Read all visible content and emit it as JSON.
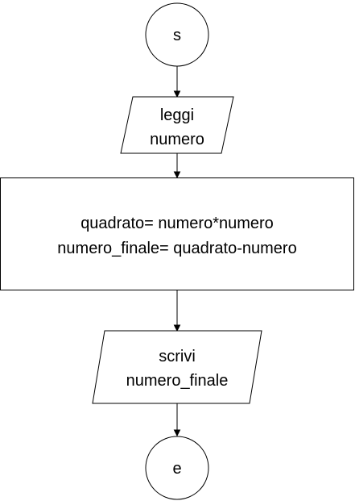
{
  "diagram": {
    "start": {
      "label": "s"
    },
    "input": {
      "line1": "leggi",
      "line2": "numero"
    },
    "process": {
      "line1": "quadrato= numero*numero",
      "line2": "numero_finale= quadrato-numero"
    },
    "output": {
      "line1": "scrivi",
      "line2": "numero_finale"
    },
    "end": {
      "label": "e"
    }
  },
  "colors": {
    "stroke": "#000000",
    "fill": "#ffffff",
    "text": "#000000"
  }
}
